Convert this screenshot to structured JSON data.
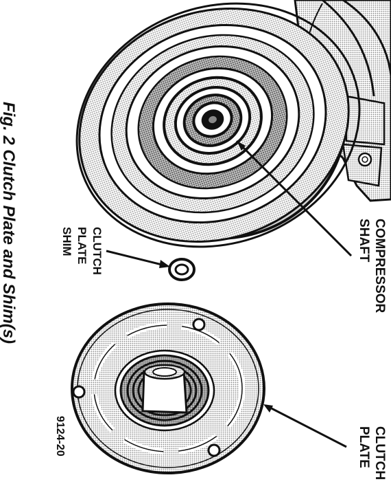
{
  "caption": "Fig. 2 Clutch Plate and Shim(s)",
  "labels": {
    "compressor_shaft": [
      "COMPRESSOR",
      "SHAFT"
    ],
    "clutch_plate_shim": [
      "CLUTCH",
      "PLATE",
      "SHIM"
    ],
    "clutch_plate": [
      "CLUTCH",
      "PLATE"
    ]
  },
  "figure_number": "9124-20",
  "colors": {
    "ink": "#111111",
    "halftone": "#b9b9b9",
    "paper": "#ffffff"
  }
}
